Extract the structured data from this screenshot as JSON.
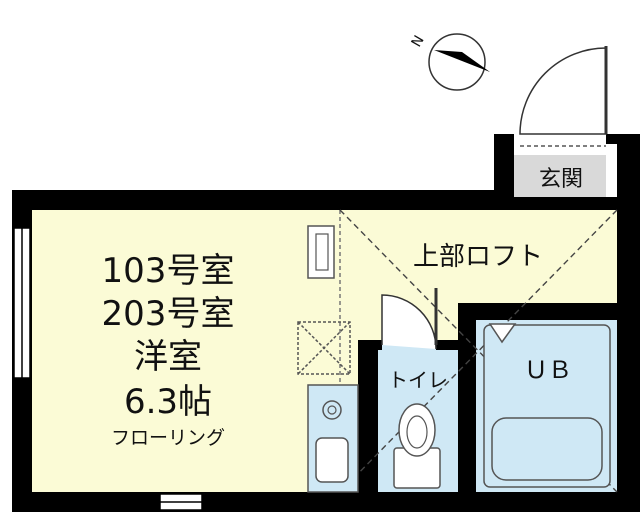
{
  "rooms": {
    "main_line1": "103号室",
    "main_line2": "203号室",
    "main_line3": "洋室",
    "main_line4": "6.3帖",
    "main_line5": "フローリング",
    "loft": "上部ロフト",
    "toilet": "トイレ",
    "bath": "ＵＢ",
    "entrance": "玄関"
  },
  "compass": {
    "label": "N"
  },
  "colors": {
    "room_fill": "#fbfbd6",
    "wet_fill": "#cfe8f5",
    "entrance_fill": "#d9d9d9",
    "wall": "#000000",
    "fixture_stroke": "#555555"
  }
}
